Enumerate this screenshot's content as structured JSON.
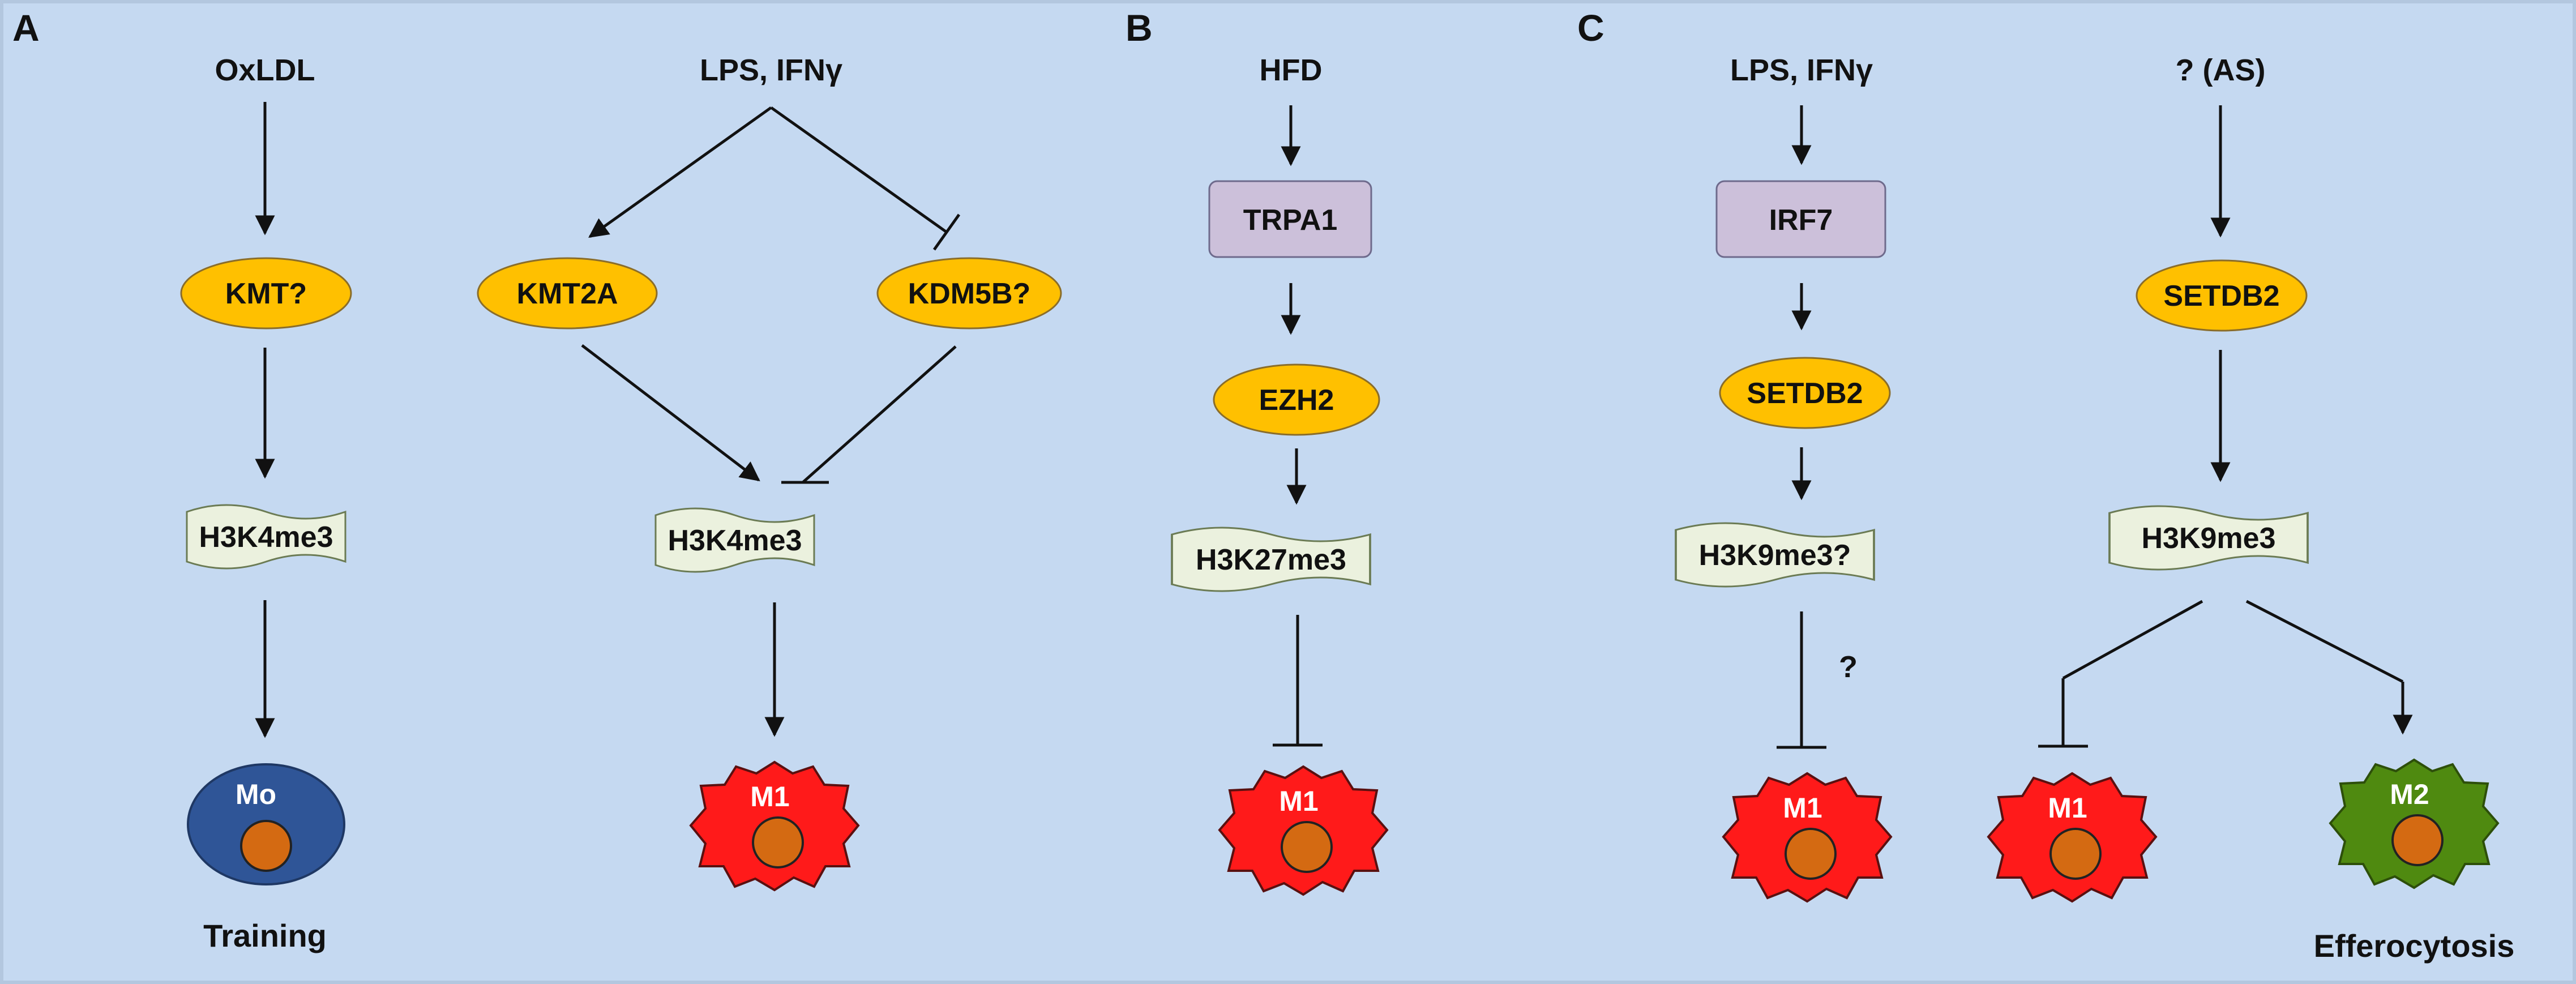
{
  "background": "#c5d9f1",
  "colors": {
    "enzyme": "#ffc000",
    "receptor": "#ccc0da",
    "histone": "#ebf1de",
    "m1": "#ff1a1a",
    "m2": "#4f8a10",
    "monocyte": "#2f5597",
    "nucleus": "#d46a12"
  },
  "panels": {
    "a": "A",
    "b": "B",
    "c": "C"
  },
  "stimuli": {
    "oxldl": "OxLDL",
    "lps_a": "LPS, IFNγ",
    "hfd": "HFD",
    "lps_c": "LPS, IFNγ",
    "as": "? (AS)"
  },
  "nodes": {
    "kmt": "KMT?",
    "kmt2a": "KMT2A",
    "kdm5b": "KDM5B?",
    "h3k4me3_1": "H3K4me3",
    "h3k4me3_2": "H3K4me3",
    "trpa1": "TRPA1",
    "ezh2": "EZH2",
    "h3k27me3": "H3K27me3",
    "irf7": "IRF7",
    "setdb2_1": "SETDB2",
    "h3k9me3q": "H3K9me3?",
    "setdb2_2": "SETDB2",
    "h3k9me3": "H3K9me3"
  },
  "cells": {
    "mo": "Mo",
    "m1_a": "M1",
    "m1_b": "M1",
    "m1_c1": "M1",
    "m1_c2": "M1",
    "m2": "M2"
  },
  "captions": {
    "training": "Training",
    "question": "?",
    "efferocytosis": "Efferocytosis"
  },
  "icons": {
    "arrow": "arrowhead-icon",
    "inhibit": "inhibition-bar-icon"
  }
}
